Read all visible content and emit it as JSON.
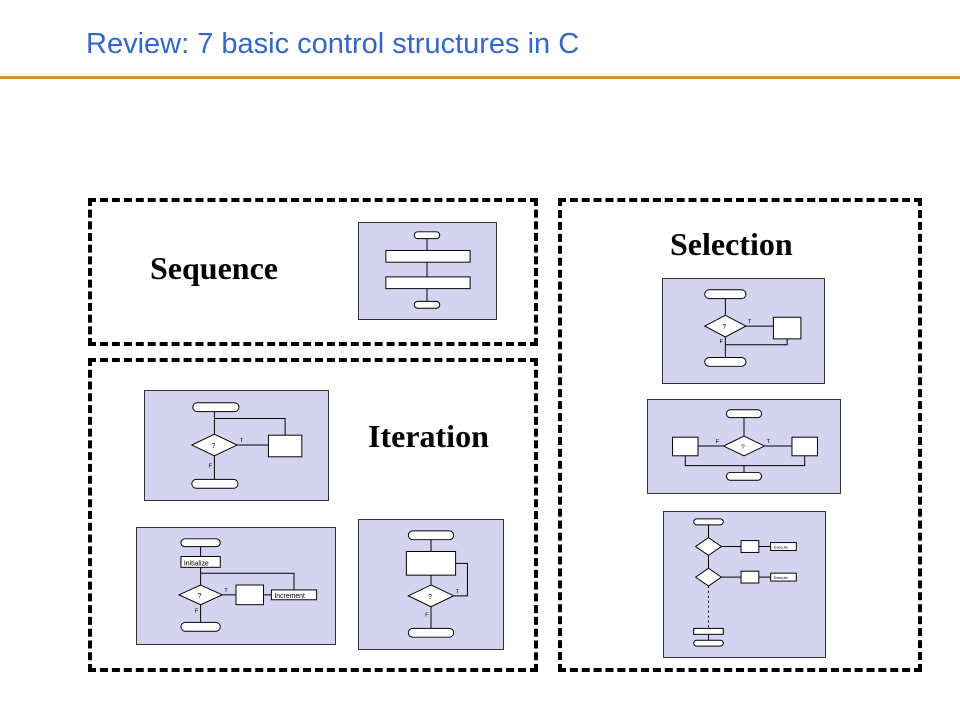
{
  "slide": {
    "title": "Review: 7 basic control structures in C",
    "accent_color": "#3366cc",
    "rule_color": "#d98a3a"
  },
  "groups": {
    "sequence": {
      "label": "Sequence"
    },
    "iteration": {
      "label": "Iteration"
    },
    "selection": {
      "label": "Selection"
    }
  },
  "flowcharts": {
    "true_mark": "T",
    "false_mark": "F",
    "decision_mark": "?",
    "for_loop": {
      "init_label": "Initialize",
      "increment_label": "Increment"
    },
    "switch": {
      "case_action_label": "Execute"
    }
  }
}
